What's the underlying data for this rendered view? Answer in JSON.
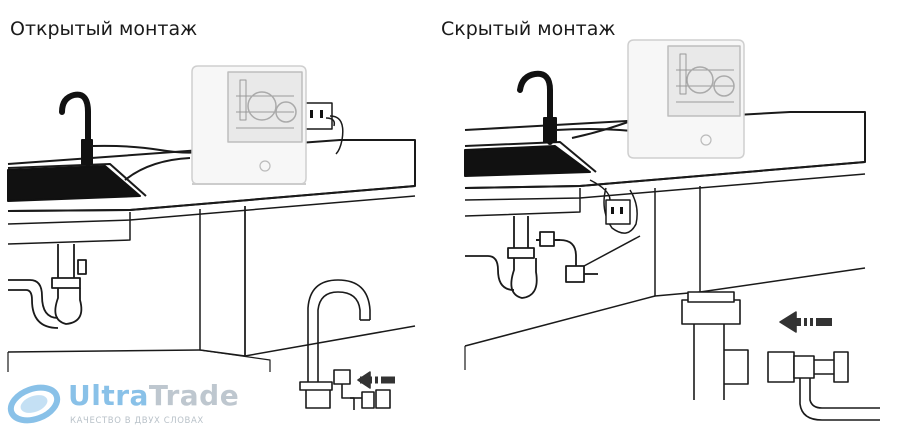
{
  "titles": {
    "open_install": "Открытый монтаж",
    "hidden_install": "Скрытый монтаж"
  },
  "watermark": {
    "word_part1": "Ultra",
    "word_part2": "Trade",
    "slogan": "КАЧЕСТВО В ДВУХ СЛОВАХ"
  },
  "colors": {
    "line": "#1a1a1a",
    "sink": "#111111",
    "appliance": "#f7f7f7",
    "logo_blue": "#2a8fd6"
  }
}
